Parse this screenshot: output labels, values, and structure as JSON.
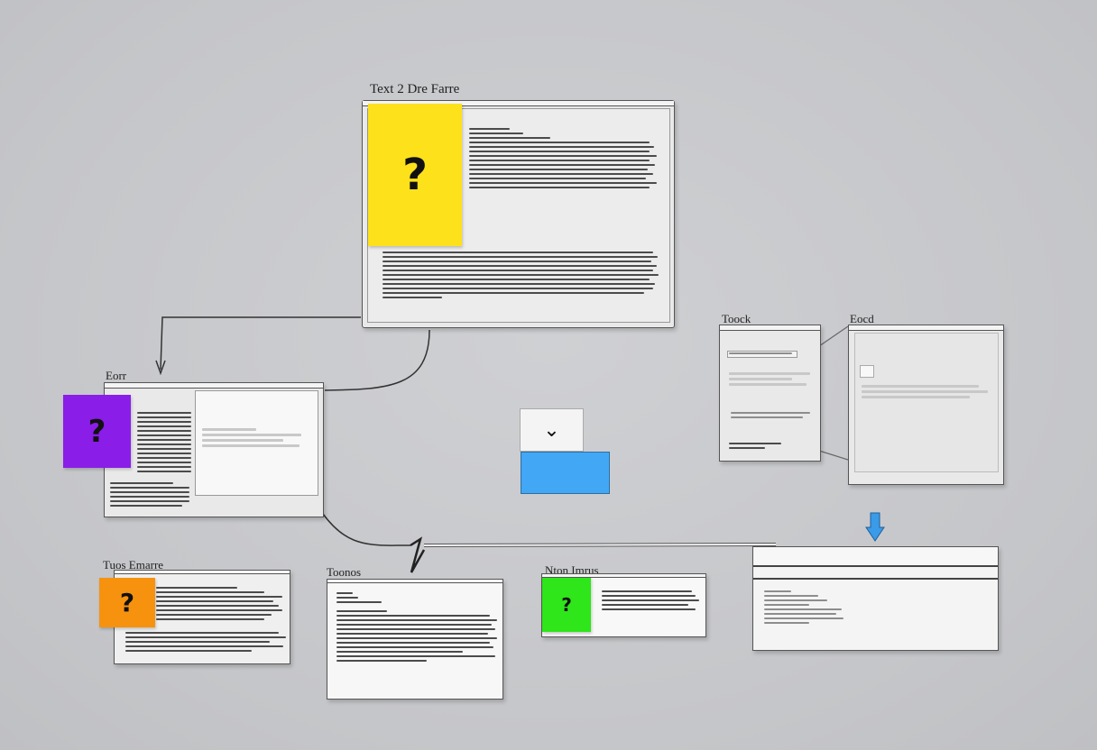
{
  "labels": {
    "main_title": "Text 2 Dre Farre",
    "left_window": "Eorr",
    "top_right_a": "Toock",
    "top_right_b": "Eocd",
    "bottom_left": "Tuos Emarre",
    "bottom_mid": "Toonos",
    "bottom_green": "Nton Imrus"
  },
  "notes": {
    "yellow": {
      "glyph": "?",
      "color": "#fde11a"
    },
    "purple": {
      "glyph": "?",
      "color": "#8a1de8"
    },
    "orange": {
      "glyph": "?",
      "color": "#f7920f"
    },
    "green": {
      "glyph": "?",
      "color": "#2ee61a"
    }
  },
  "dropdown": {
    "glyph": "⌄",
    "accent": "#42a7f5"
  },
  "arrow_color": "#3a9be8"
}
